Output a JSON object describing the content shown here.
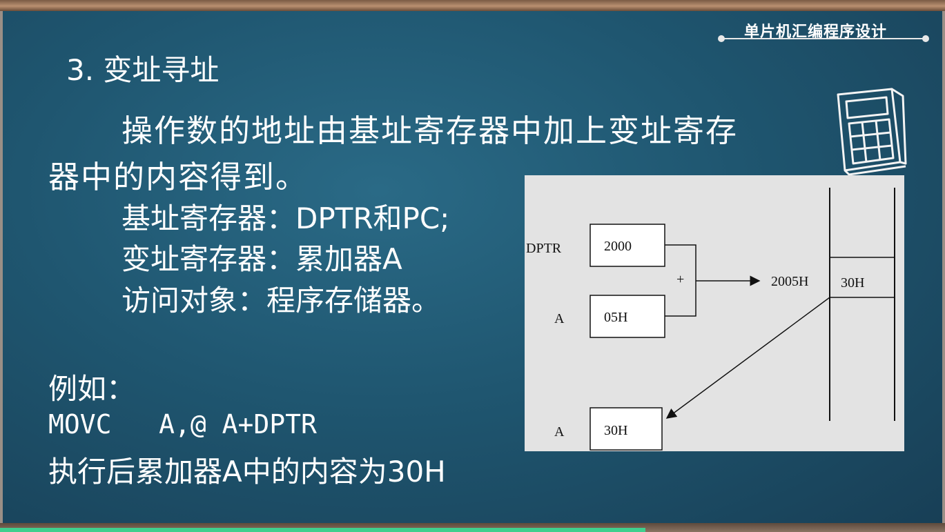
{
  "course_title": "单片机汇编程序设计",
  "section_heading": "3. 变址寻址",
  "paragraph_line1": "操作数的地址由基址寄存器中加上变址寄存",
  "paragraph_line2": "器中的内容得到。",
  "base_register_line": "基址寄存器：DPTR和PC;",
  "index_register_line": "变址寄存器：累加器A",
  "access_target_line": "访问对象：程序存储器。",
  "example_label": "例如：",
  "example_code": "MOVC   A,@ A+DPTR",
  "example_result": "执行后累加器A中的内容为30H",
  "diagram": {
    "dptr_label": "DPTR",
    "dptr_value": "2000",
    "a_label": "A",
    "a_value": "05H",
    "plus_sign": "+",
    "address": "2005H",
    "memory_value": "30H",
    "result_label": "A",
    "result_value": "30H"
  },
  "icons": {
    "calculator": "calculator-icon"
  },
  "colors": {
    "board": "#1f5670",
    "frame": "#b99070",
    "text": "#ffffff",
    "diagram_bg": "#e3e3e3",
    "progress": "#3fcf8e"
  }
}
